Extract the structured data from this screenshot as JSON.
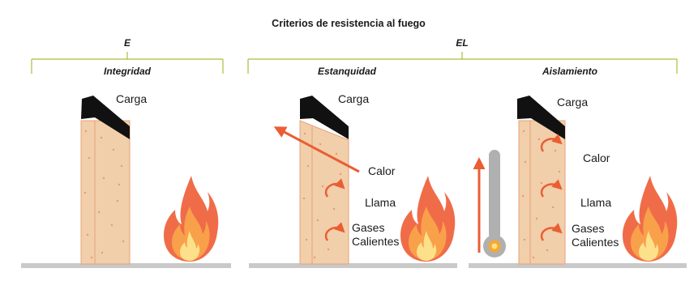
{
  "title": "Criterios de resistencia al fuego",
  "groups": {
    "e": {
      "code": "E",
      "label": "Integridad"
    },
    "el": {
      "code": "EL",
      "label_1": "Estanquidad",
      "label_2": "Aislamiento"
    }
  },
  "labels": {
    "load": "Carga",
    "heat": "Calor",
    "flame": "Llama",
    "hot_gases_1": "Gases",
    "hot_gases_2": "Calientes"
  },
  "colors": {
    "bracket": "#a3c039",
    "wall_fill": "#f1cfaa",
    "wall_stroke": "#e8a17a",
    "wall_speckle": "#eb9a6a",
    "cap": "#111111",
    "arrow": "#ea5e34",
    "floor": "#c9c9c9",
    "flame_outer": "#f06c48",
    "flame_mid": "#f9a04a",
    "flame_inner": "#fde08a",
    "thermometer": "#b0b0b0",
    "thermo_bulb": "#f7a830"
  },
  "icons": [
    "fire-icon",
    "thermometer-icon",
    "arrow-icon",
    "curved-arrow-icon"
  ]
}
